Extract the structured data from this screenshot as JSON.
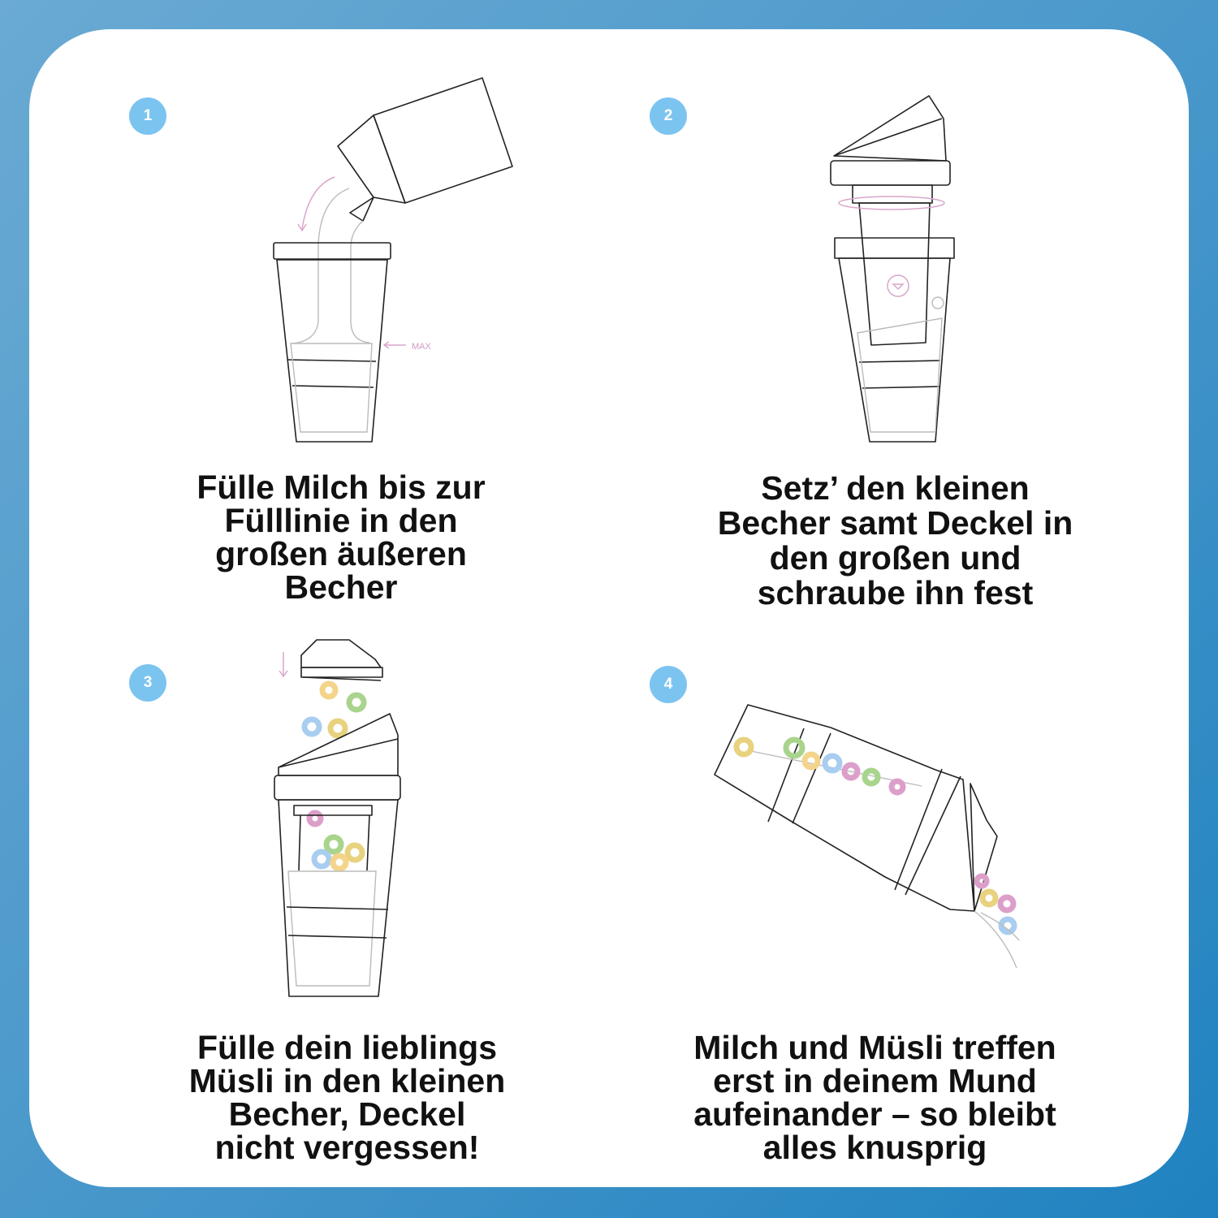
{
  "colors": {
    "background_top": "#6aaad3",
    "background_bottom": "#1f82c0",
    "card": "#ffffff",
    "badge": "#7cc4f0",
    "accent_pink": "#d9a6cc",
    "cereal": [
      "#f3d48a",
      "#a9d48d",
      "#a8cdef",
      "#dc9fca",
      "#e8d27e"
    ]
  },
  "steps": [
    {
      "number": "1",
      "caption_lines": [
        "Fülle Milch bis zur",
        "Fülllinie in den",
        "großen äußeren",
        "Becher"
      ],
      "illustration": "milk-carton-pouring-into-cup",
      "annotation": "MAX"
    },
    {
      "number": "2",
      "caption_lines": [
        "Setz’ den kleinen",
        "Becher samt Deckel in",
        "den großen und",
        "schraube ihn fest"
      ],
      "illustration": "small-cup-screwed-into-large-cup"
    },
    {
      "number": "3",
      "caption_lines": [
        "Fülle dein lieblings",
        "Müsli in den kleinen",
        "Becher, Deckel",
        "nicht vergessen!"
      ],
      "illustration": "cereal-filling-small-cup"
    },
    {
      "number": "4",
      "caption_lines": [
        "Milch und Müsli treffen",
        "erst in deinem Mund",
        "aufeinander – so bleibt",
        "alles knusprig"
      ],
      "illustration": "tilted-cup-pouring-cereal"
    }
  ]
}
